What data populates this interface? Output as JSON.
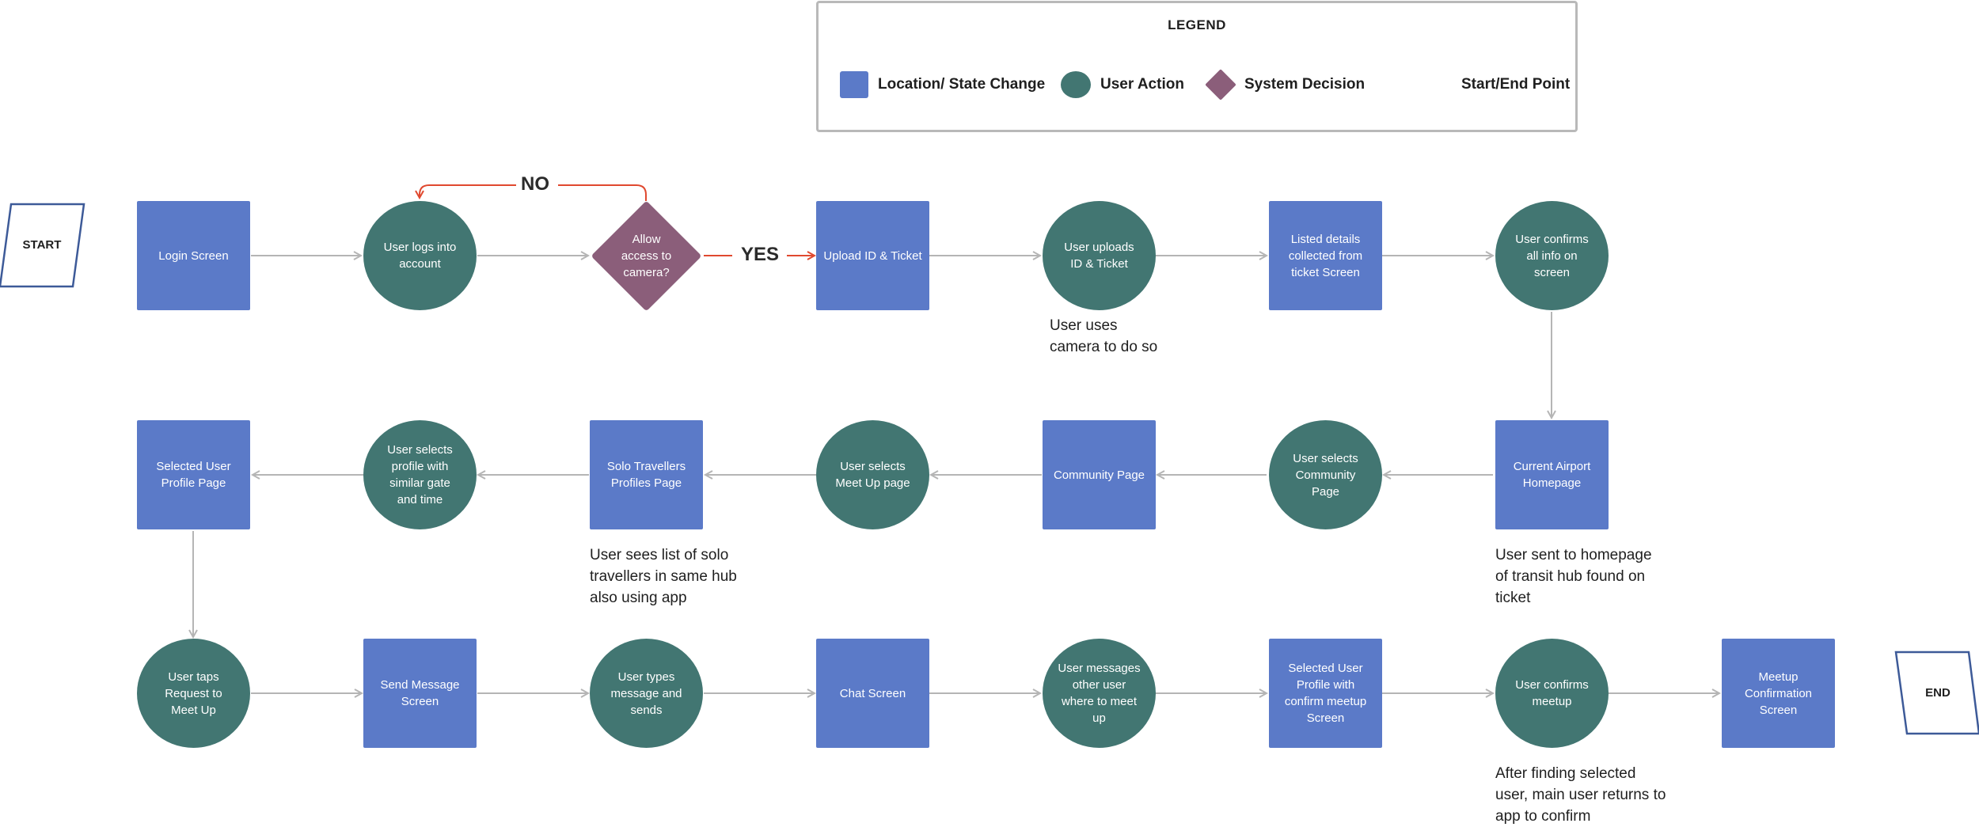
{
  "legend": {
    "title": "LEGEND",
    "items": [
      {
        "shape": "rect",
        "label": "Location/ State Change"
      },
      {
        "shape": "circle",
        "label": "User Action"
      },
      {
        "shape": "diamond",
        "label": "System Decision"
      },
      {
        "shape": "parallelogram",
        "label": "Start/End Point"
      }
    ]
  },
  "colors": {
    "location": "#5b7ac8",
    "action": "#427672",
    "decision": "#8b5e7a",
    "terminal_border": "#3d5a98",
    "connector": "#b5b5b5",
    "branch": "#e0492f"
  },
  "terminals": {
    "start": "START",
    "end": "END"
  },
  "nodes": {
    "login": "Login Screen",
    "logs_in": "User logs into\naccount",
    "allow_camera": "Allow\naccess to\ncamera?",
    "upload": "Upload ID & Ticket",
    "uploads": "User uploads\nID & Ticket",
    "listed": "Listed details\ncollected from\nticket Screen",
    "confirms_info": "User confirms\nall info on\nscreen",
    "airport_home": "Current Airport\nHomepage",
    "selects_community": "User selects\nCommunity\nPage",
    "community": "Community Page",
    "selects_meetup": "User selects\nMeet Up page",
    "solo_profiles": "Solo Travellers\nProfiles Page",
    "selects_profile": "User selects\nprofile with\nsimilar gate\nand time",
    "selected_profile": "Selected User\nProfile Page",
    "taps_request": "User taps\nRequest to\nMeet Up",
    "send_message": "Send Message\nScreen",
    "types_message": "User types\nmessage and\nsends",
    "chat": "Chat Screen",
    "messages_other": "User messages\nother user\nwhere to meet\nup",
    "selected_confirm": "Selected User\nProfile with\nconfirm meetup\nScreen",
    "confirms_meetup": "User confirms\nmeetup",
    "meetup_confirmation": "Meetup\nConfirmation\nScreen"
  },
  "branches": {
    "no": "NO",
    "yes": "YES"
  },
  "notes": {
    "camera": "User uses\ncamera to do so",
    "homepage": "User sent to homepage\nof transit hub found on\nticket",
    "solo_list": "User sees list of solo\ntravellers in same hub\nalso using app",
    "after_finding": "After finding selected\nuser, main user returns to\napp to confirm"
  }
}
